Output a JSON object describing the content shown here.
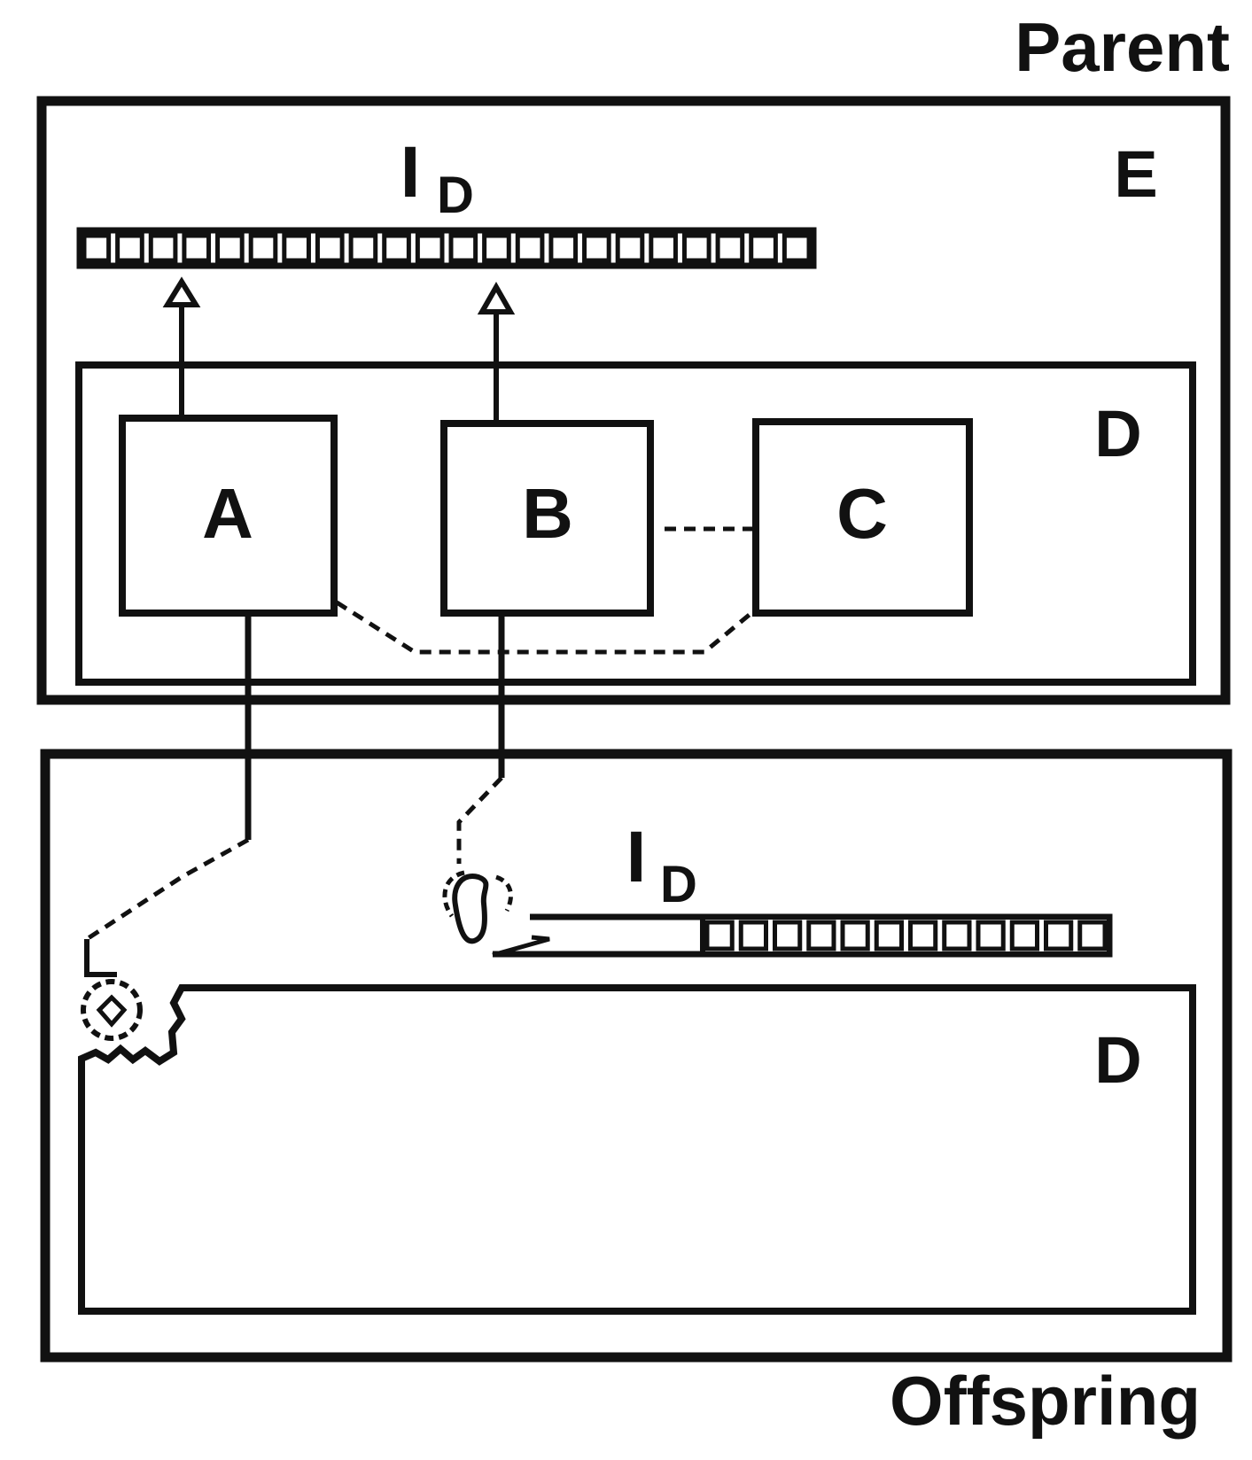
{
  "labels": {
    "parent": "Parent",
    "offspring": "Offspring",
    "environment": "E",
    "domain_parent": "D",
    "domain_offspring": "D",
    "module_a": "A",
    "module_b": "B",
    "module_c": "C",
    "info_parent_main": "I",
    "info_parent_sub": "D",
    "info_offspring_main": "I",
    "info_offspring_sub": "D"
  },
  "info_tape": {
    "parent_cells": 22,
    "offspring_cells": 12
  },
  "colors": {
    "ink": "#111111",
    "background": "#ffffff"
  }
}
